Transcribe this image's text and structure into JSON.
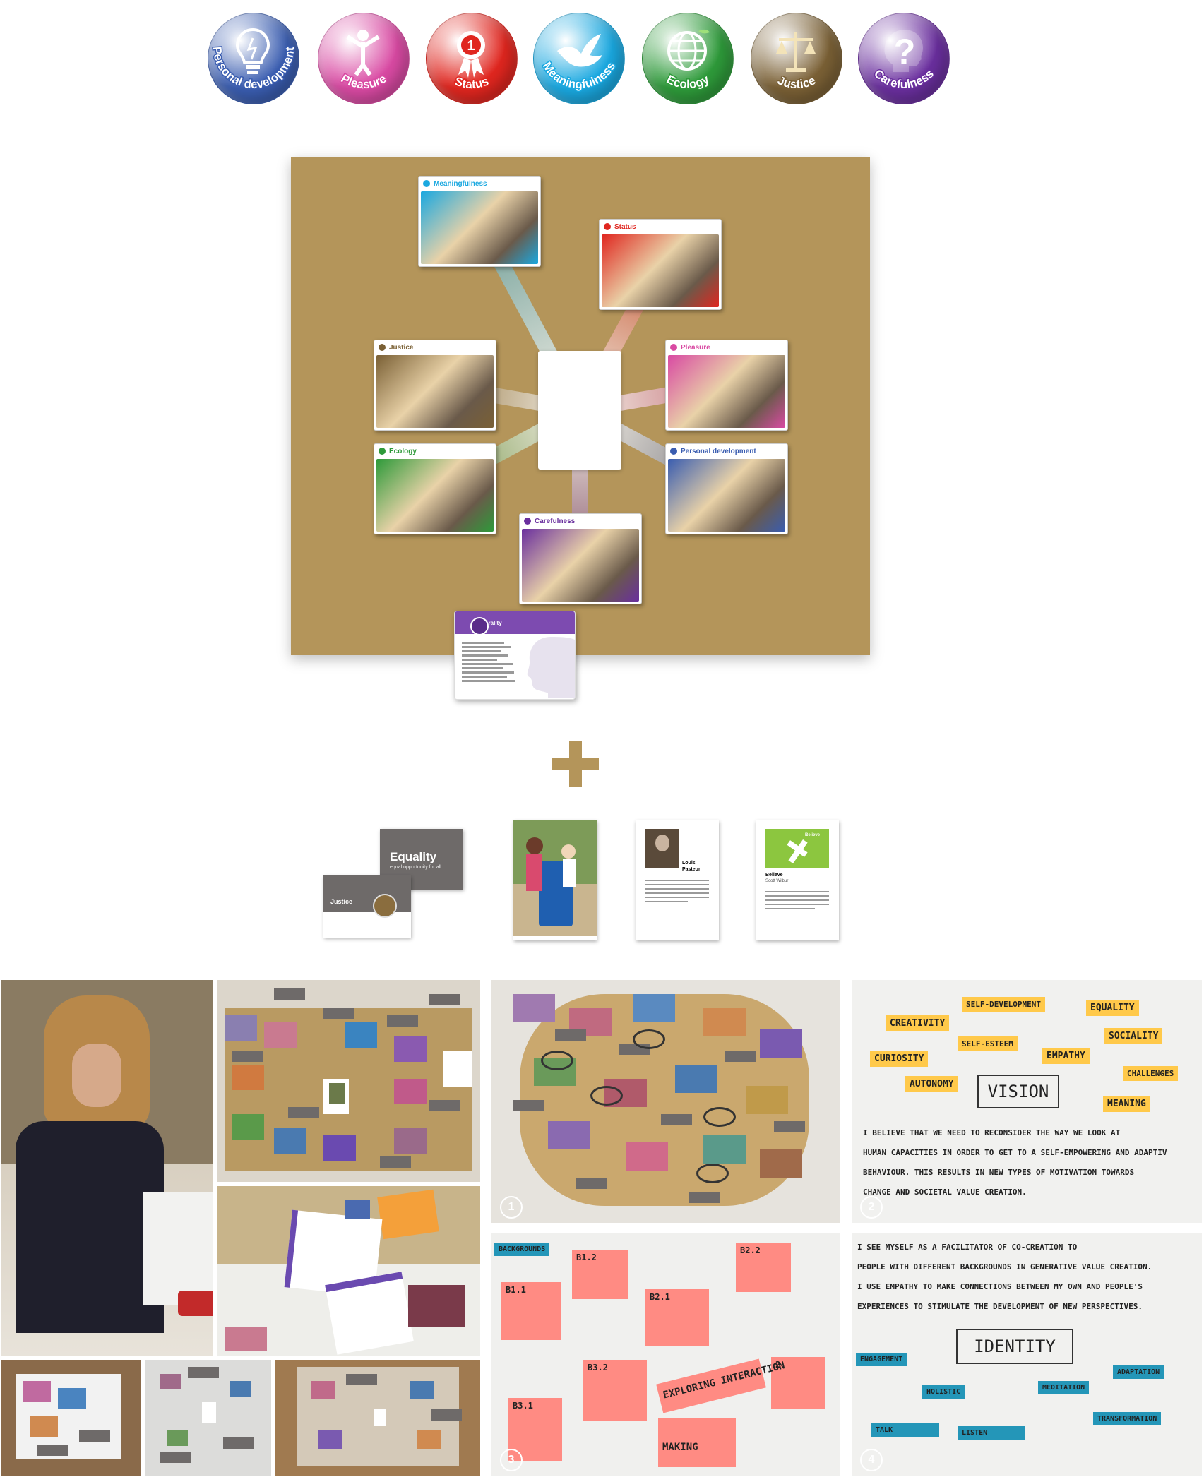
{
  "values": [
    {
      "label": "Personal development",
      "color": "#3a5db0",
      "icon": "lightbulb-icon"
    },
    {
      "label": "Pleasure",
      "color": "#d94aa3",
      "icon": "joy-figure-icon"
    },
    {
      "label": "Status",
      "color": "#e0261f",
      "icon": "ribbon-medal-icon"
    },
    {
      "label": "Meaningfulness",
      "color": "#1aa8e0",
      "icon": "dove-icon"
    },
    {
      "label": "Ecology",
      "color": "#2e9a3a",
      "icon": "globe-icon"
    },
    {
      "label": "Justice",
      "color": "#7a6035",
      "icon": "scales-icon"
    },
    {
      "label": "Carefulness",
      "color": "#6a2f9e",
      "icon": "question-head-icon"
    }
  ],
  "board_cards": [
    {
      "label": "Meaningfulness",
      "color": "#1aa8e0"
    },
    {
      "label": "Status",
      "color": "#e0261f"
    },
    {
      "label": "Justice",
      "color": "#7a6035"
    },
    {
      "label": "Pleasure",
      "color": "#d94aa3"
    },
    {
      "label": "Ecology",
      "color": "#2e9a3a"
    },
    {
      "label": "Personal development",
      "color": "#3a5db0"
    },
    {
      "label": "Carefulness",
      "color": "#6a2f9e"
    }
  ],
  "morality_card": {
    "label": "Morality",
    "color": "#6a2f9e"
  },
  "examples": {
    "value_card_title": "Equality",
    "value_card_subtitle": "equal opportunity for all",
    "value_card_category": "Justice",
    "person_card_name": "Louis\nPasteur",
    "belief_card_tag": "Believe",
    "belief_card_title": "Believe",
    "belief_card_author": "Scott Wilbur"
  },
  "whiteboard2": {
    "vision": "VISION",
    "notes": [
      "SELF-DEVELOPMENT",
      "EQUALITY",
      "CREATIVITY",
      "SELF-ESTEEM",
      "SOCIALITY",
      "CURIOSITY",
      "EMPATHY",
      "CHALLENGES",
      "AUTONOMY",
      "MEANING"
    ],
    "line1": "I BELIEVE THAT WE NEED TO RECONSIDER THE WAY WE LOOK AT",
    "line2": "HUMAN CAPACITIES IN ORDER TO GET TO A SELF-EMPOWERING AND ADAPTIV",
    "line3": "BEHAVIOUR. THIS RESULTS IN NEW TYPES OF MOTIVATION TOWARDS",
    "line4": "CHANGE AND SOCIETAL VALUE CREATION."
  },
  "whiteboard3": {
    "header": "BACKGROUNDS",
    "notes": [
      "B1.2",
      "B2.2",
      "B1.1",
      "B2.1",
      "B3.2",
      "B3.1",
      "2"
    ],
    "phrase1": "EXPLORING INTERACTION",
    "phrase2": "MAKING"
  },
  "whiteboard4": {
    "identity": "IDENTITY",
    "line1": "I SEE MYSELF AS A FACILITATOR OF CO-CREATION TO",
    "line2": "PEOPLE WITH DIFFERENT BACKGROUNDS IN GENERATIVE VALUE CREATION.",
    "line3": "I USE EMPATHY TO MAKE CONNECTIONS BETWEEN MY OWN AND PEOPLE'S",
    "line4": "EXPERIENCES TO STIMULATE THE DEVELOPMENT OF NEW PERSPECTIVES.",
    "notes": [
      "ENGAGEMENT",
      "HOLISTIC",
      "MEDITATION",
      "ADAPTATION",
      "TRANSFORMATION",
      "TALK",
      "LISTEN"
    ]
  },
  "badges": [
    "1",
    "2",
    "3",
    "4"
  ]
}
